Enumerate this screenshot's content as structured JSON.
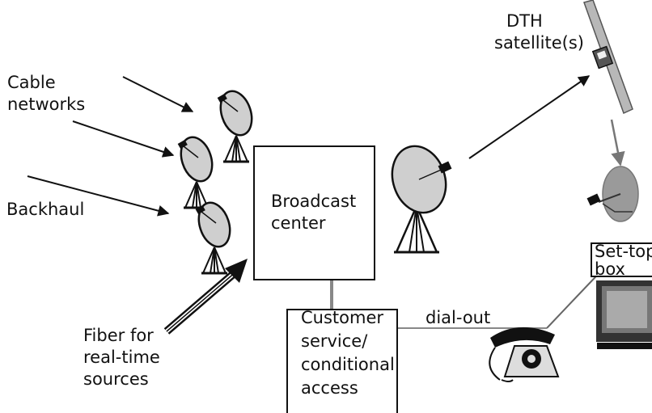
{
  "labels": {
    "dth": "DTH",
    "satellites": "satellite(s)",
    "cable": "Cable",
    "networks": "networks",
    "backhaul": "Backhaul",
    "broadcast": "Broadcast",
    "center": "center",
    "fiber1": "Fiber for",
    "fiber2": "real-time",
    "fiber3": "sources",
    "css1": "Customer",
    "css2": "service/",
    "css3": "conditional",
    "css4": "access",
    "dialout": "dial-out",
    "stb1": "Set-top",
    "stb2": "box"
  },
  "colors": {
    "ink": "#111111",
    "dish": "#cfcfcf",
    "consumer_dish": "#9a9a9a",
    "satellite_panel": "#b8b8b8",
    "connector": "#888888"
  }
}
